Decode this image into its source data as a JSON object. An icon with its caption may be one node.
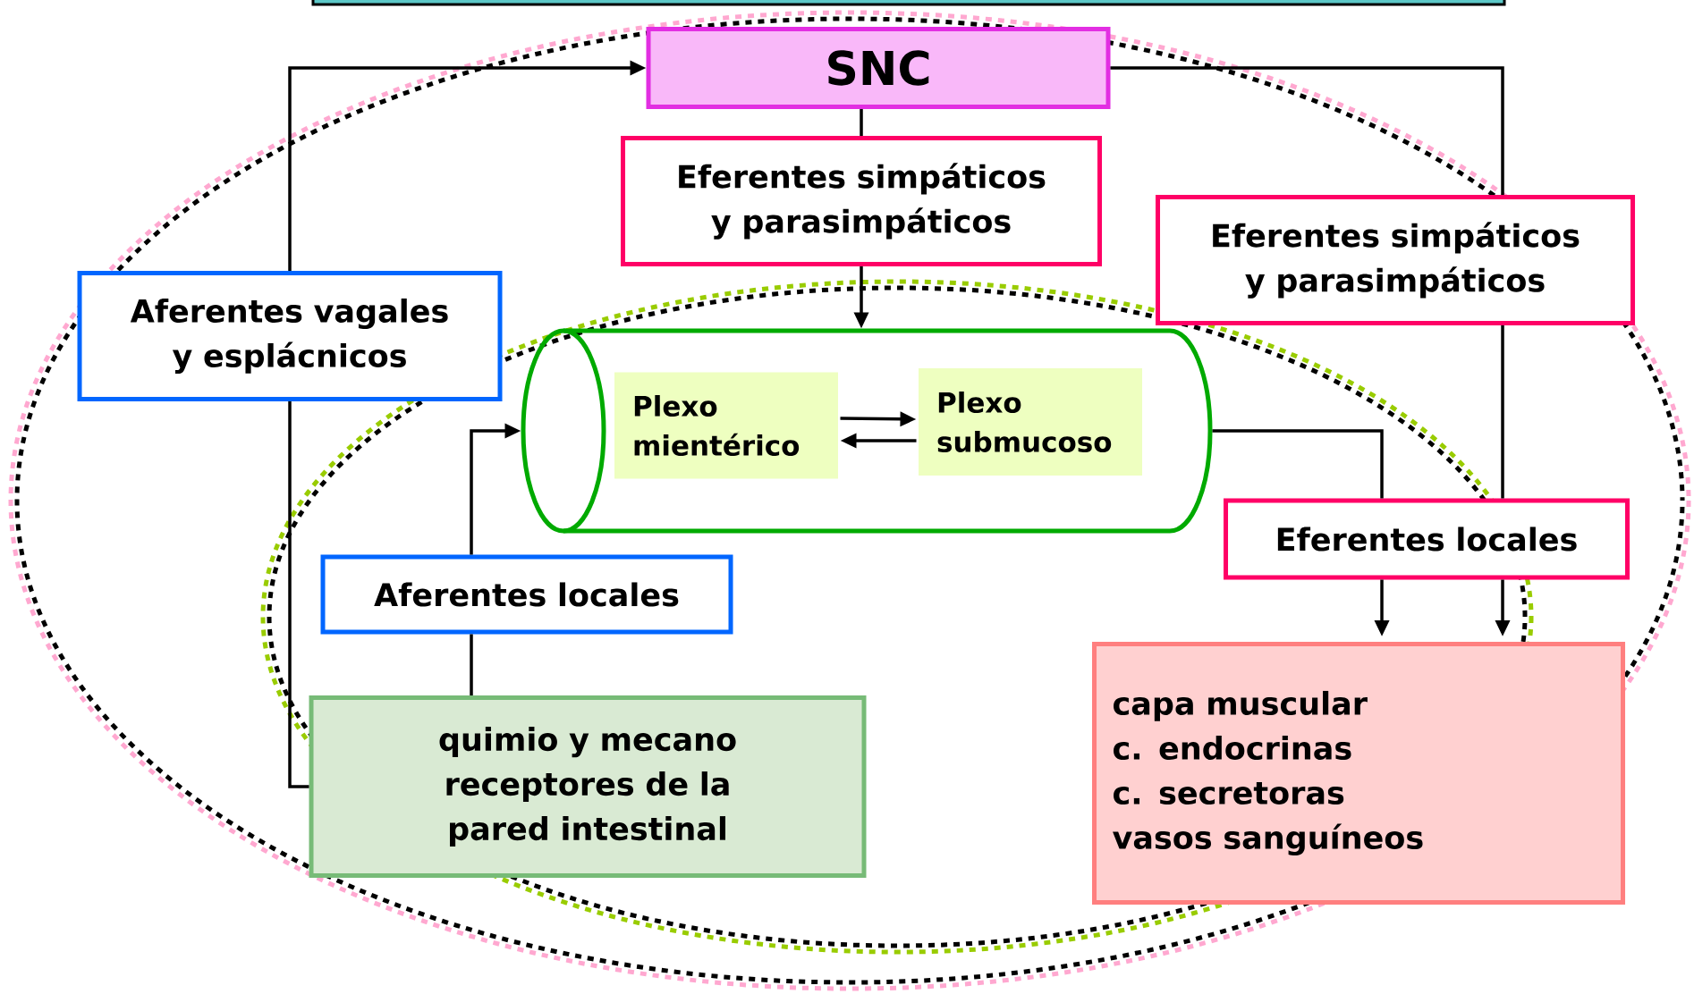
{
  "diagram": {
    "nodes": [
      {
        "text": [
          "SNC"
        ]
      },
      {
        "text": [
          "Eferentes simpáticos y parasimpáticos"
        ]
      },
      {
        "text": [
          "Eferentes simpáticos y parasimpáticos"
        ]
      },
      {
        "text": [
          "Aferentes vagales y esplácnicos"
        ]
      },
      {
        "text": [],
        "shape": "cylinder"
      },
      {
        "text": [
          "Plexo mientérico"
        ],
        "in": 4
      },
      {
        "text": [
          "Plexo submucoso"
        ],
        "in": 4
      },
      {
        "text": [
          "Aferentes locales"
        ]
      },
      {
        "text": [
          "Eferentes locales"
        ]
      },
      {
        "text": [
          "quimio y mecano receptores de la pared intestinal"
        ]
      },
      {
        "text": [
          "capa muscular",
          "c. endocrinas",
          "c. secretoras",
          "vasos sanguíneos"
        ]
      }
    ],
    "edges": [
      {
        "from": 9,
        "to": 3,
        "arrow": "none"
      },
      {
        "from": 3,
        "to": 0,
        "arrow": "to"
      },
      {
        "from": 0,
        "to": 1,
        "arrow": "none"
      },
      {
        "from": 1,
        "to": 4,
        "arrow": "to"
      },
      {
        "from": 0,
        "to": 2,
        "arrow": "none"
      },
      {
        "from": 2,
        "to": 8,
        "arrow": "none"
      },
      {
        "from": 4,
        "to": 8,
        "arrow": "none"
      },
      {
        "from": 8,
        "to": 10,
        "arrow": "to"
      },
      {
        "from": 8,
        "to": 10,
        "arrow": "to"
      },
      {
        "from": 9,
        "to": 7,
        "arrow": "none"
      },
      {
        "from": 7,
        "to": 4,
        "arrow": "to"
      },
      {
        "from": 5,
        "to": 6,
        "arrow": "to"
      },
      {
        "from": 6,
        "to": 5,
        "arrow": "to"
      }
    ]
  }
}
